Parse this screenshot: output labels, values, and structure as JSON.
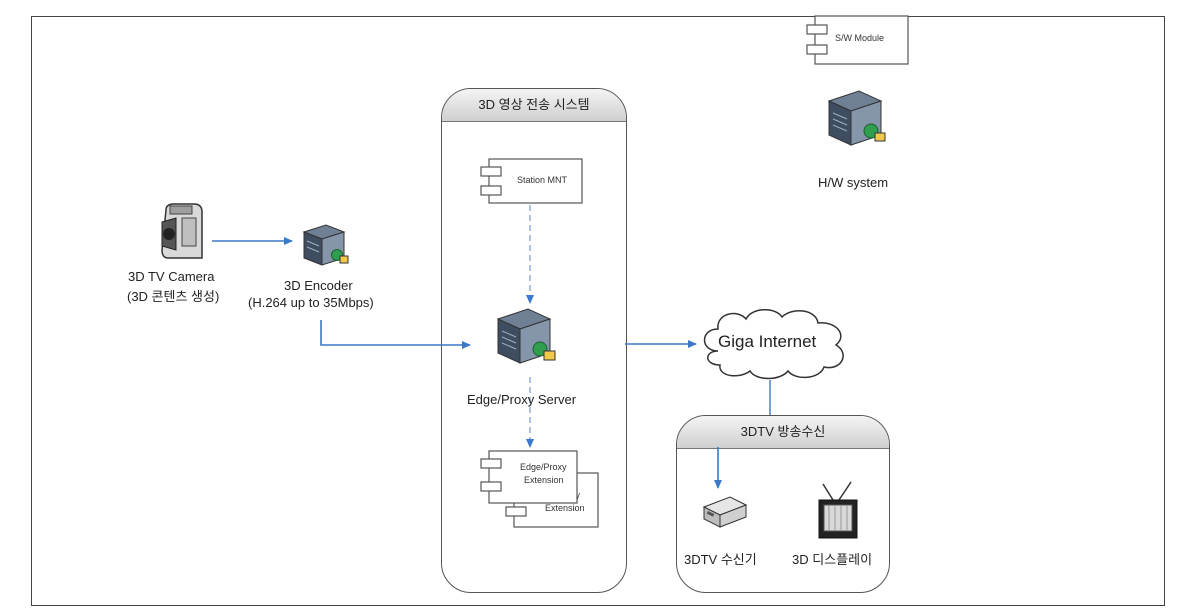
{
  "legend": {
    "sw_module_label": "S/W Module",
    "hw_system_label": "H/W system"
  },
  "camera": {
    "line1": "3D TV Camera",
    "line2": "(3D 콘텐츠 생성)"
  },
  "encoder": {
    "line1": "3D Encoder",
    "line2": "(H.264 up to 35Mbps)"
  },
  "transmission_system": {
    "title": "3D 영상 전송 시스템",
    "station_mnt_label": "Station MNT",
    "edge_server_label": "Edge/Proxy Server",
    "extension_front_line1": "Edge/Proxy",
    "extension_front_line2": "Extension",
    "extension_back_line1": "roxy",
    "extension_back_line2": "Extension"
  },
  "internet": {
    "label": "Giga Internet"
  },
  "receiver_group": {
    "title": "3DTV 방송수신",
    "receiver_label": "3DTV 수신기",
    "display_label": "3D 디스플레이"
  },
  "colors": {
    "arrow": "#3a78c9",
    "border": "#444444"
  }
}
